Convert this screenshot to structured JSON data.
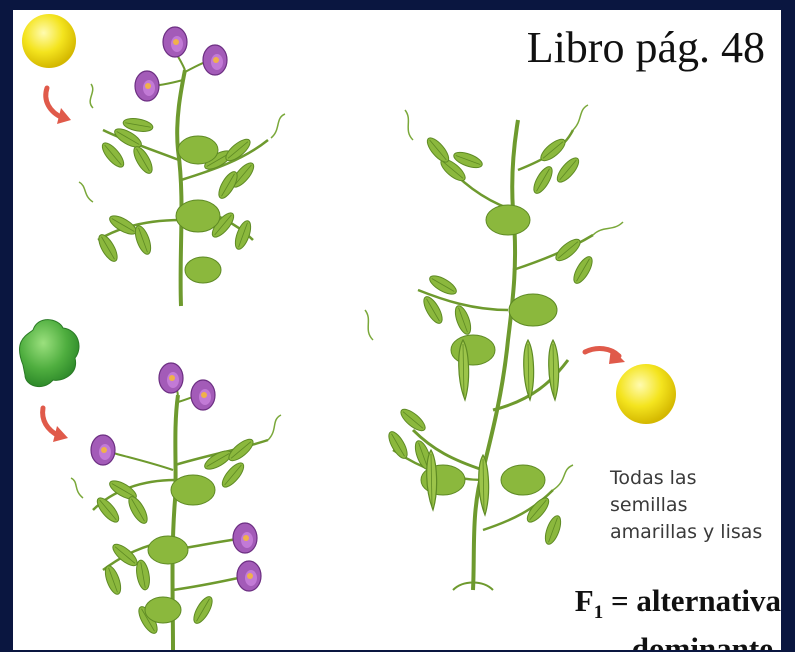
{
  "slide": {
    "reference": "Libro pág. 48",
    "caption": {
      "line1": "Todas las",
      "line2": "semillas",
      "line3": "amarillas y lisas"
    },
    "formula": {
      "symbol": "F",
      "subscript": "1",
      "rest": " = alternativa",
      "line2": "dominante"
    }
  },
  "colors": {
    "background": "#0a1640",
    "panel": "#ffffff",
    "seed_yellow": "#f2e21a",
    "seed_green": "#5db84a",
    "leaf_green": "#8bb83d",
    "flower_purple": "#a35bb8",
    "arrow_red": "#e05a4a"
  },
  "icons": [
    "yellow-seed-icon",
    "green-seed-icon",
    "red-arrow-icon",
    "pea-plant-illustration"
  ]
}
